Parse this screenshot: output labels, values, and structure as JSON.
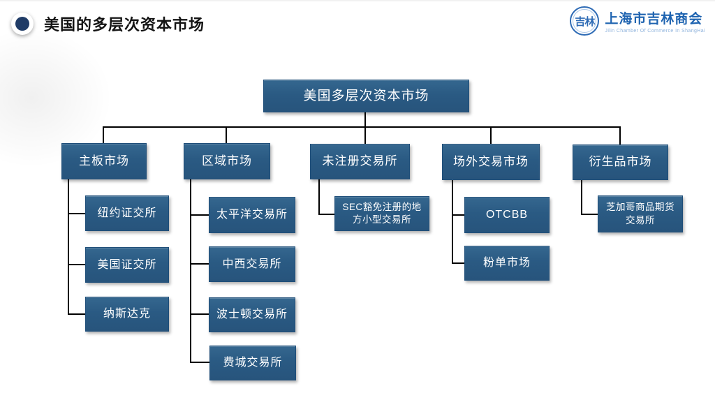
{
  "header": {
    "title": "美国的多层次资本市场"
  },
  "logo": {
    "badge_text": "吉林",
    "name": "上海市吉林商会",
    "subtitle": "Jilin Chamber Of Commerce In ShangHai"
  },
  "colors": {
    "box_fill": "#2A5A83",
    "box_border": "#1F4E79",
    "bullet_navy": "#1F3B66",
    "logo_blue": "#1E63B0",
    "connector": "#000000",
    "background": "#FFFFFF"
  },
  "tree": {
    "root": "美国多层次资本市场",
    "branches": [
      {
        "label": "主板市场",
        "children": [
          "纽约证交所",
          "美国证交所",
          "纳斯达克"
        ]
      },
      {
        "label": "区域市场",
        "children": [
          "太平洋交易所",
          "中西交易所",
          "波士顿交易所",
          "费城交易所"
        ]
      },
      {
        "label": "未注册交易所",
        "children": [
          "SEC豁免注册的地方小型交易所"
        ]
      },
      {
        "label": "场外交易市场",
        "children": [
          "OTCBB",
          "粉单市场"
        ]
      },
      {
        "label": "衍生品市场",
        "children": [
          "芝加哥商品期货交易所"
        ]
      }
    ]
  }
}
